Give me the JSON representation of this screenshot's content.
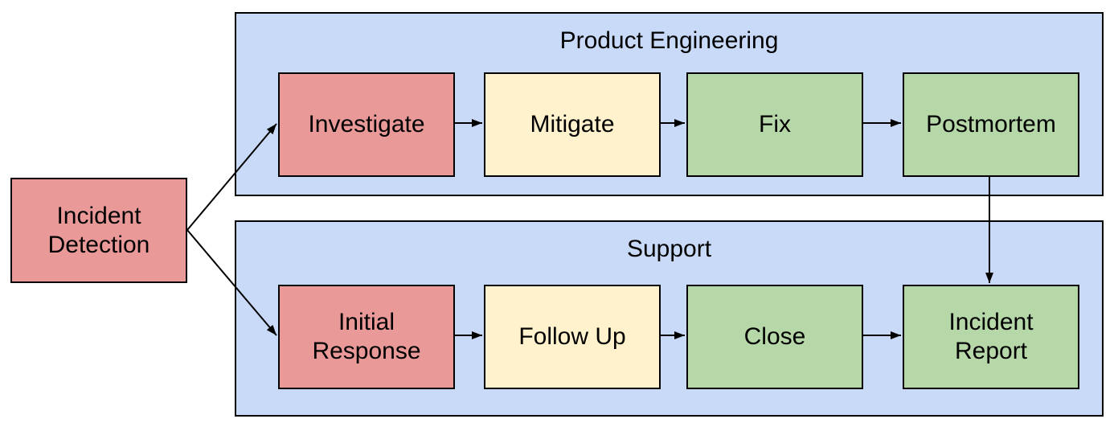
{
  "diagram": {
    "background_color": "#ffffff",
    "border_color": "#000000",
    "arrow_color": "#000000",
    "node_colors": {
      "red": "#ea9999",
      "yellow": "#fff2cc",
      "green": "#b6d7a8",
      "lane_blue": "#c9daf8"
    },
    "start_node": {
      "label": "Incident Detection",
      "fill": "#ea9999"
    },
    "groups": [
      {
        "title": "Product Engineering",
        "fill": "#c9daf8",
        "nodes": [
          {
            "label": "Investigate",
            "fill": "#ea9999"
          },
          {
            "label": "Mitigate",
            "fill": "#fff2cc"
          },
          {
            "label": "Fix",
            "fill": "#b6d7a8"
          },
          {
            "label": "Postmortem",
            "fill": "#b6d7a8"
          }
        ]
      },
      {
        "title": "Support",
        "fill": "#c9daf8",
        "nodes": [
          {
            "label": "Initial Response",
            "fill": "#ea9999"
          },
          {
            "label": "Follow Up",
            "fill": "#fff2cc"
          },
          {
            "label": "Close",
            "fill": "#b6d7a8"
          },
          {
            "label": "Incident Report",
            "fill": "#b6d7a8"
          }
        ]
      }
    ],
    "edges": [
      {
        "from": "Incident Detection",
        "to": "Investigate"
      },
      {
        "from": "Incident Detection",
        "to": "Initial Response"
      },
      {
        "from": "Investigate",
        "to": "Mitigate"
      },
      {
        "from": "Mitigate",
        "to": "Fix"
      },
      {
        "from": "Fix",
        "to": "Postmortem"
      },
      {
        "from": "Postmortem",
        "to": "Incident Report"
      },
      {
        "from": "Initial Response",
        "to": "Follow Up"
      },
      {
        "from": "Follow Up",
        "to": "Close"
      },
      {
        "from": "Close",
        "to": "Incident Report"
      }
    ]
  }
}
